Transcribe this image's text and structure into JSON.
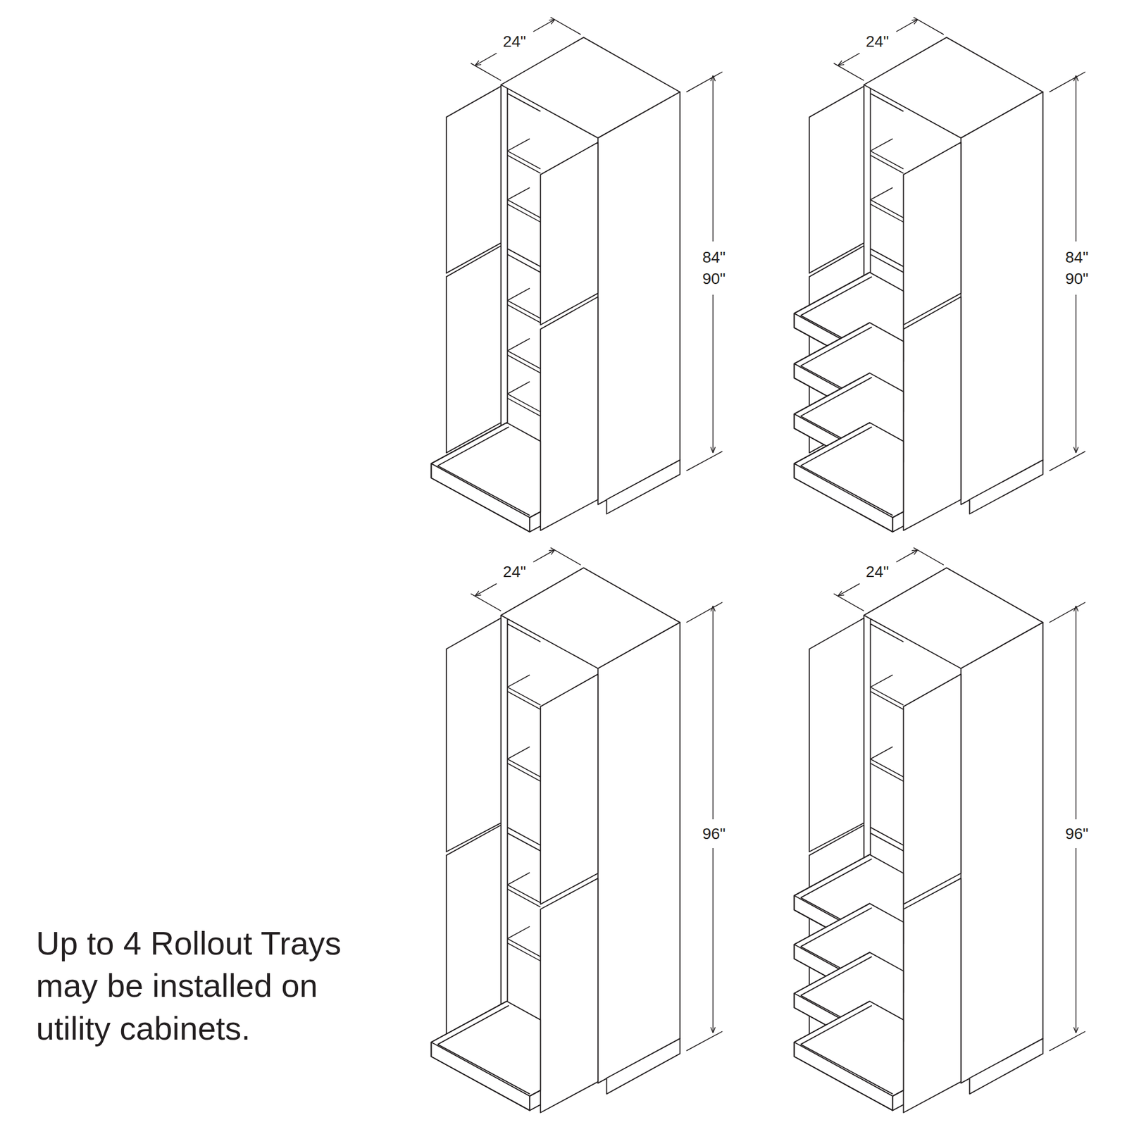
{
  "diagram": {
    "labels": [
      "24\"",
      "24\"",
      "84\"",
      "90\"",
      "84\"",
      "90\"",
      "24\"",
      "24\"",
      "96\"",
      "96\"",
      "Up to 4 Rollout Trays may be installed on utility cabinets."
    ]
  }
}
